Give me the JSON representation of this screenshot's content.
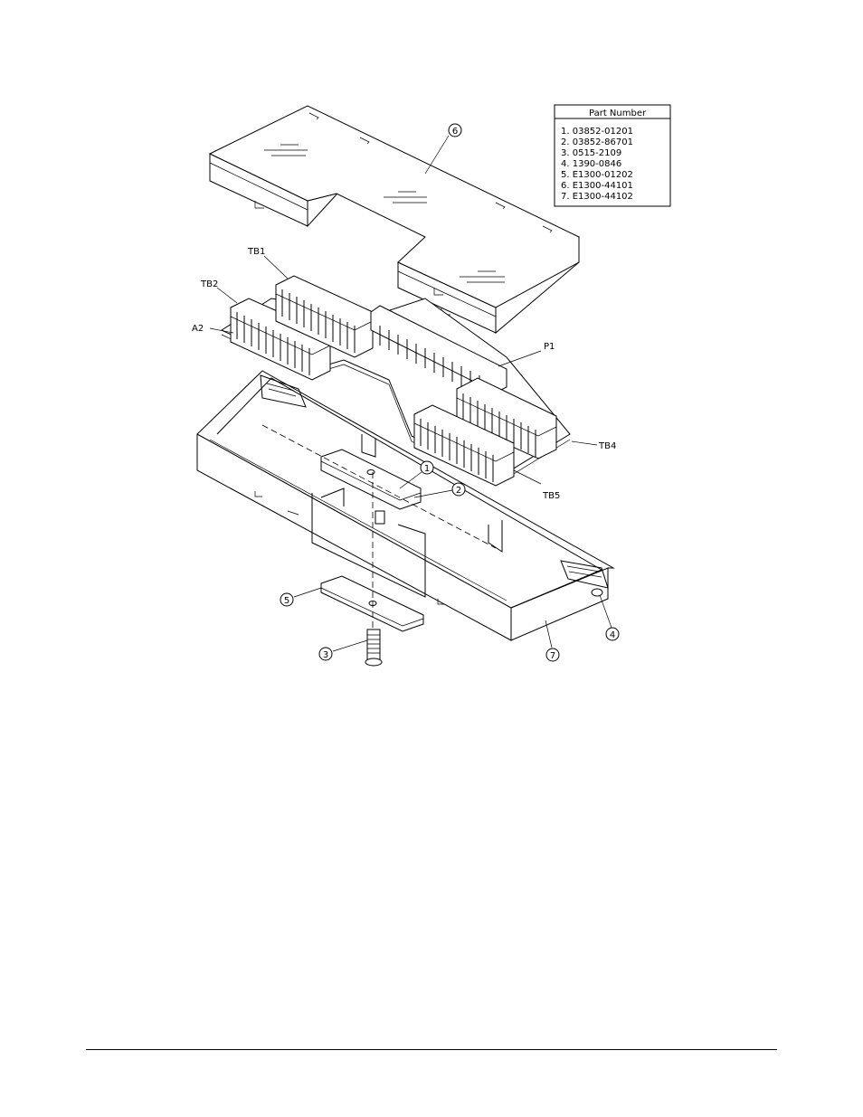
{
  "parts_table": {
    "header": "Part Number",
    "rows": [
      "1.  03852-01201",
      "2.  03852-86701",
      "3.  0515-2109",
      "4.  1390-0846",
      "5.  E1300-01202",
      "6.  E1300-44101",
      "7.  E1300-44102"
    ]
  },
  "callouts": {
    "c1": "1",
    "c2": "2",
    "c3": "3",
    "c4": "4",
    "c5": "5",
    "c6": "6",
    "c7": "7"
  },
  "labels": {
    "tb1": "TB1",
    "tb2": "TB2",
    "a2": "A2",
    "p1": "P1",
    "tb4": "TB4",
    "tb5": "TB5"
  }
}
